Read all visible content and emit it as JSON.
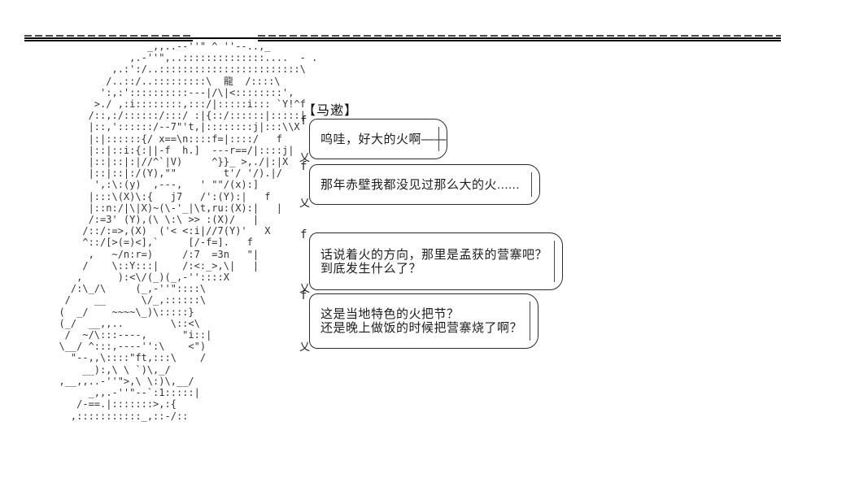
{
  "colors": {
    "background": "#ffffff",
    "ink": "#1c1c1c",
    "rule_line": "#000000"
  },
  "character": {
    "name_label": "【马遬】",
    "headband_char": "龍",
    "art_lines": [
      "                 _,,..--''\" ^ ''--..,_",
      "              ,.-''\",..::::::::::::::....  - .",
      "           ,.:':/..::::::::::::::::::::::::\\",
      "          /..::/..:::::::::\\  龍  /::::\\",
      "         ':,:'::::::::::---|/\\|<::::::::',",
      "        >./ ,:i::::::::,:::/|:::::i::: `Y!^f",
      "       /::,:/::::::/:::/ :|{::/::::::|:::::|",
      "       |::,'::::::/--7\"'t,|::::::::j|:::\\\\X",
      "       |:|::::::{/ x==\\n::::f=|::::/   f",
      "       |::|::i:{:||-f  h.]  ---r==/|::::j|",
      "       |::|::|:|//^`|V)     ^}}_ >,./|:|X",
      "       |::|::|:/(Y),\"\"        t'/ '/).|/",
      "        ',:\\:(y)  ,---,   ' \"\"/(x):]",
      "       |:::\\(X)\\:{   j7   /':(Y):|   f",
      "       |::n:/|\\|X)~(\\-'_|\\t,ru:(X):|   |",
      "       /:=3' (Y),(\\ \\:\\ >> :(X)/   |",
      "      /::/:=>,(X)  ('< <:i|//7(Y)'   X",
      "      ^::/[>(=)<],`     [/-f=].   f",
      "       ,   ~/n:r=)     /:7  =3n   \"|",
      "      /    \\::Y:::|    /:<:_>,\\|   |",
      "     ,      ):<\\/(_)(_,-''::::X",
      "    /:\\_/\\     (_,-''\"::::\\",
      "   /    __      \\/_,::::::\\",
      "  (  _/    ~~~~\\_)\\:::::}",
      "  (_/  __,,..        \\::<\\",
      "   /  ~/\\:::----,      \"i::|",
      "  \\__/ ^:::,----'':\\    <\")",
      "    \"--,,\\::::\"ft,:::\\    /",
      "      __):,\\ \\ `)\\,_/",
      "  ,__,,..-''\">,\\ \\:)\\,__/",
      "       _,,.-''\"--`:1:::::|",
      "     /-==.|:::::::>,:{",
      "    ,:::::::::::_,::-/::"
    ]
  },
  "dialogue": {
    "bubbles": [
      {
        "connector_top": "f",
        "connector_bottom": "乂",
        "lines": [
          "呜哇，好大的火啊——"
        ]
      },
      {
        "connector_top": "f",
        "connector_bottom": "乂",
        "lines": [
          "那年赤壁我都没见过那么大的火......"
        ]
      },
      {
        "connector_top": "f",
        "connector_bottom": "乂",
        "lines": [
          "话说着火的方向，那里是孟获的营寨吧？",
          "到底发生什么了？"
        ]
      },
      {
        "connector_top": "f",
        "connector_bottom": "乂",
        "lines": [
          "这是当地特色的火把节？",
          "还是晚上做饭的时候把营寨烧了啊？"
        ]
      }
    ]
  }
}
